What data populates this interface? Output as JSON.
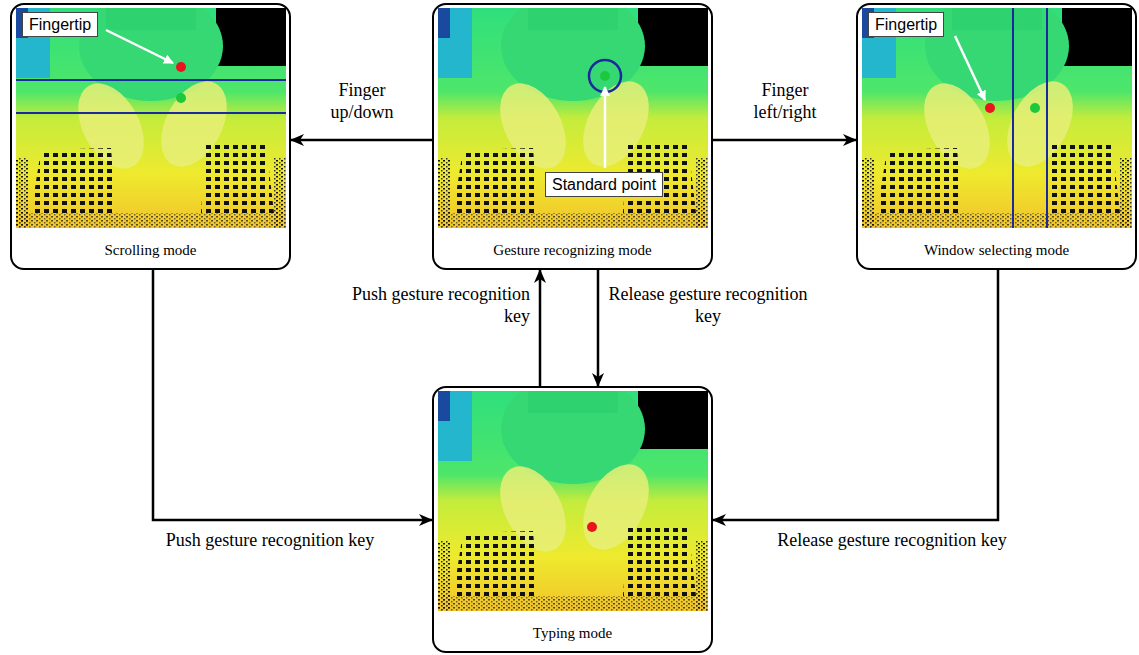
{
  "diagram": {
    "nodes": [
      {
        "text": [
          "Scrolling mode"
        ]
      },
      {
        "text": [
          "Gesture recognizing mode"
        ]
      },
      {
        "text": [
          "Window selecting mode"
        ]
      },
      {
        "text": [
          "Typing mode"
        ]
      }
    ],
    "edges": [
      {
        "from": 1,
        "to": 0,
        "arrow": "to",
        "label": "Finger up/down"
      },
      {
        "from": 1,
        "to": 2,
        "arrow": "to",
        "label": "Finger left/right"
      },
      {
        "from": 3,
        "to": 1,
        "arrow": "to",
        "label": "Push gesture recognition key"
      },
      {
        "from": 1,
        "to": 3,
        "arrow": "to",
        "label": "Release gesture recognition key"
      },
      {
        "from": 0,
        "to": 3,
        "arrow": "to",
        "label": "Push gesture recognition key"
      },
      {
        "from": 2,
        "to": 3,
        "arrow": "to",
        "label": "Release gesture recognition key"
      }
    ],
    "labels": [
      "Fingertip",
      "Standard point",
      "Fingertip"
    ]
  }
}
